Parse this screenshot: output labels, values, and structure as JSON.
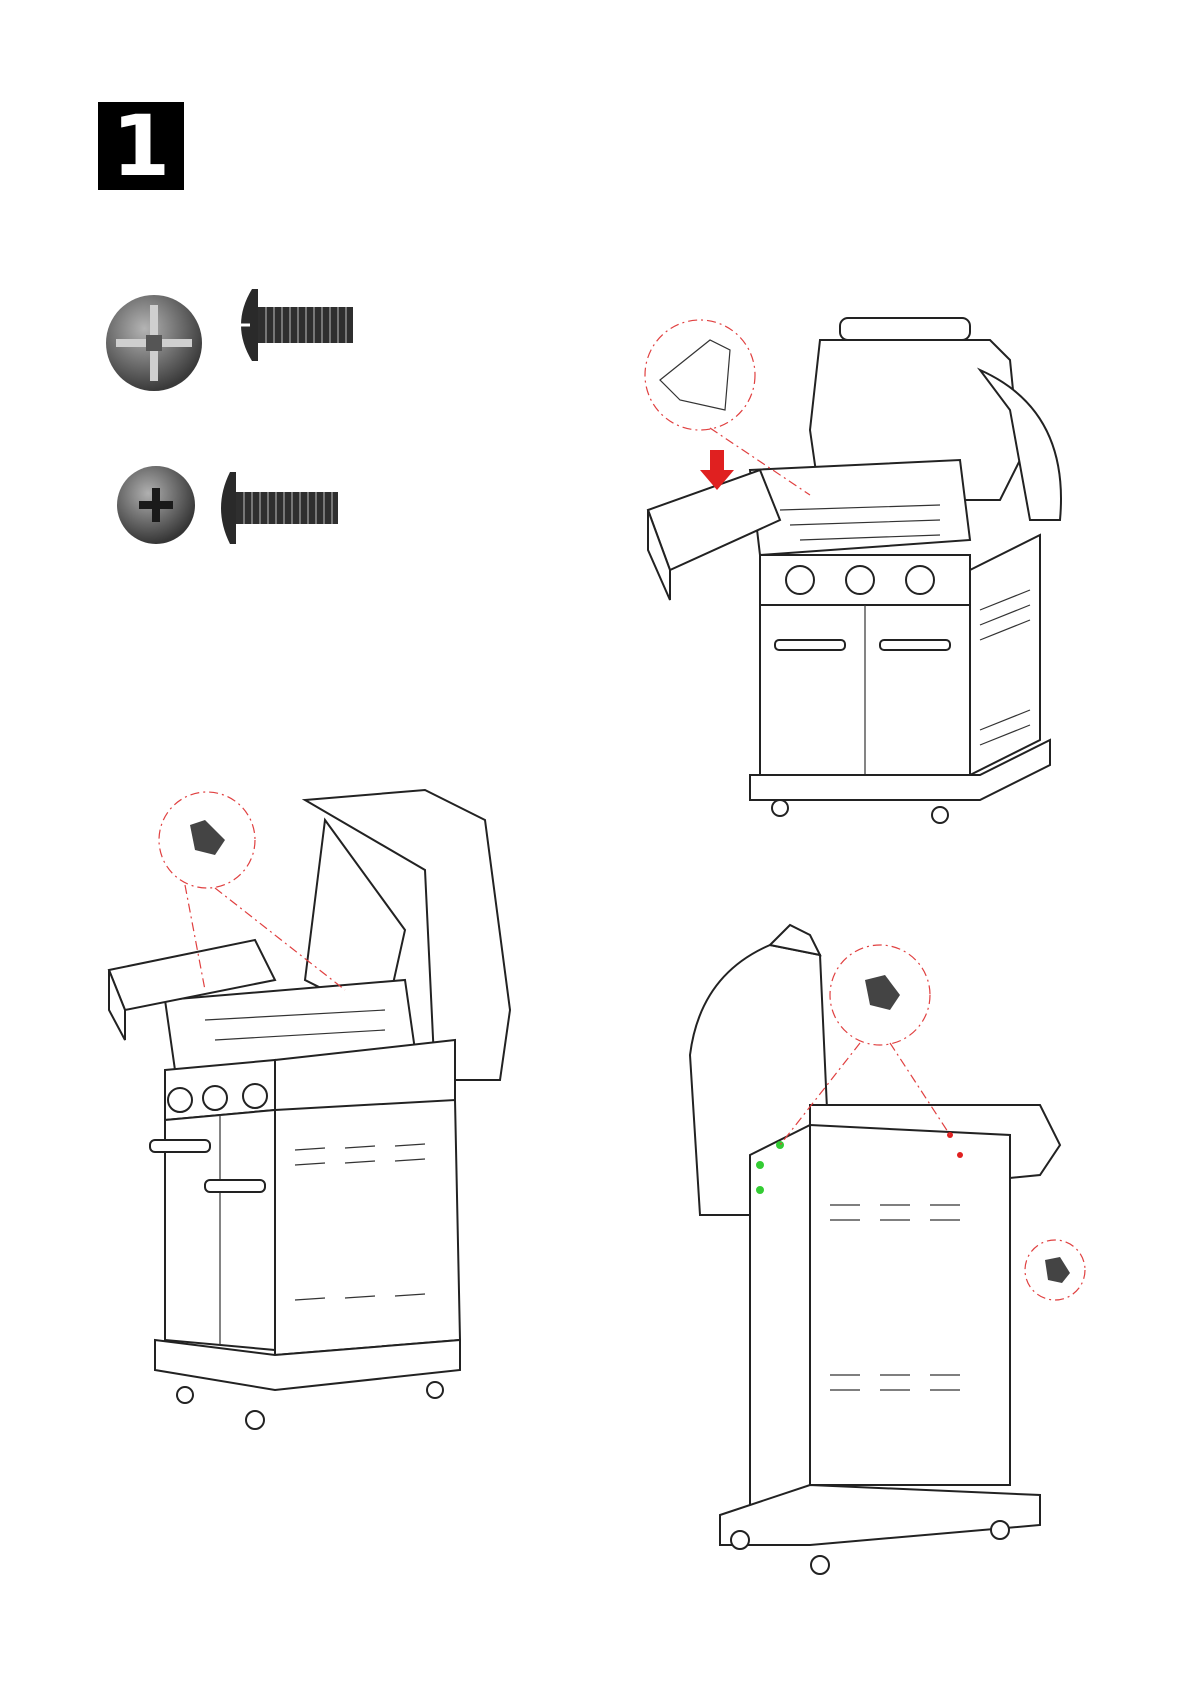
{
  "page": {
    "step_number": "1"
  },
  "hardware": [
    {
      "name": "screw-large",
      "icon": "phillips-screw-icon"
    },
    {
      "name": "screw-small",
      "icon": "phillips-screw-icon"
    }
  ],
  "figures": [
    {
      "name": "side-shelf-insert",
      "icon": "grill-illustration"
    },
    {
      "name": "front-shelf-fastening",
      "icon": "grill-illustration"
    },
    {
      "name": "rear-shelf-fastening",
      "icon": "grill-illustration"
    }
  ],
  "colors": {
    "arrow": "#e02020",
    "callout": "#e04040",
    "highlight": "#33cc33",
    "badge": "#000000"
  }
}
